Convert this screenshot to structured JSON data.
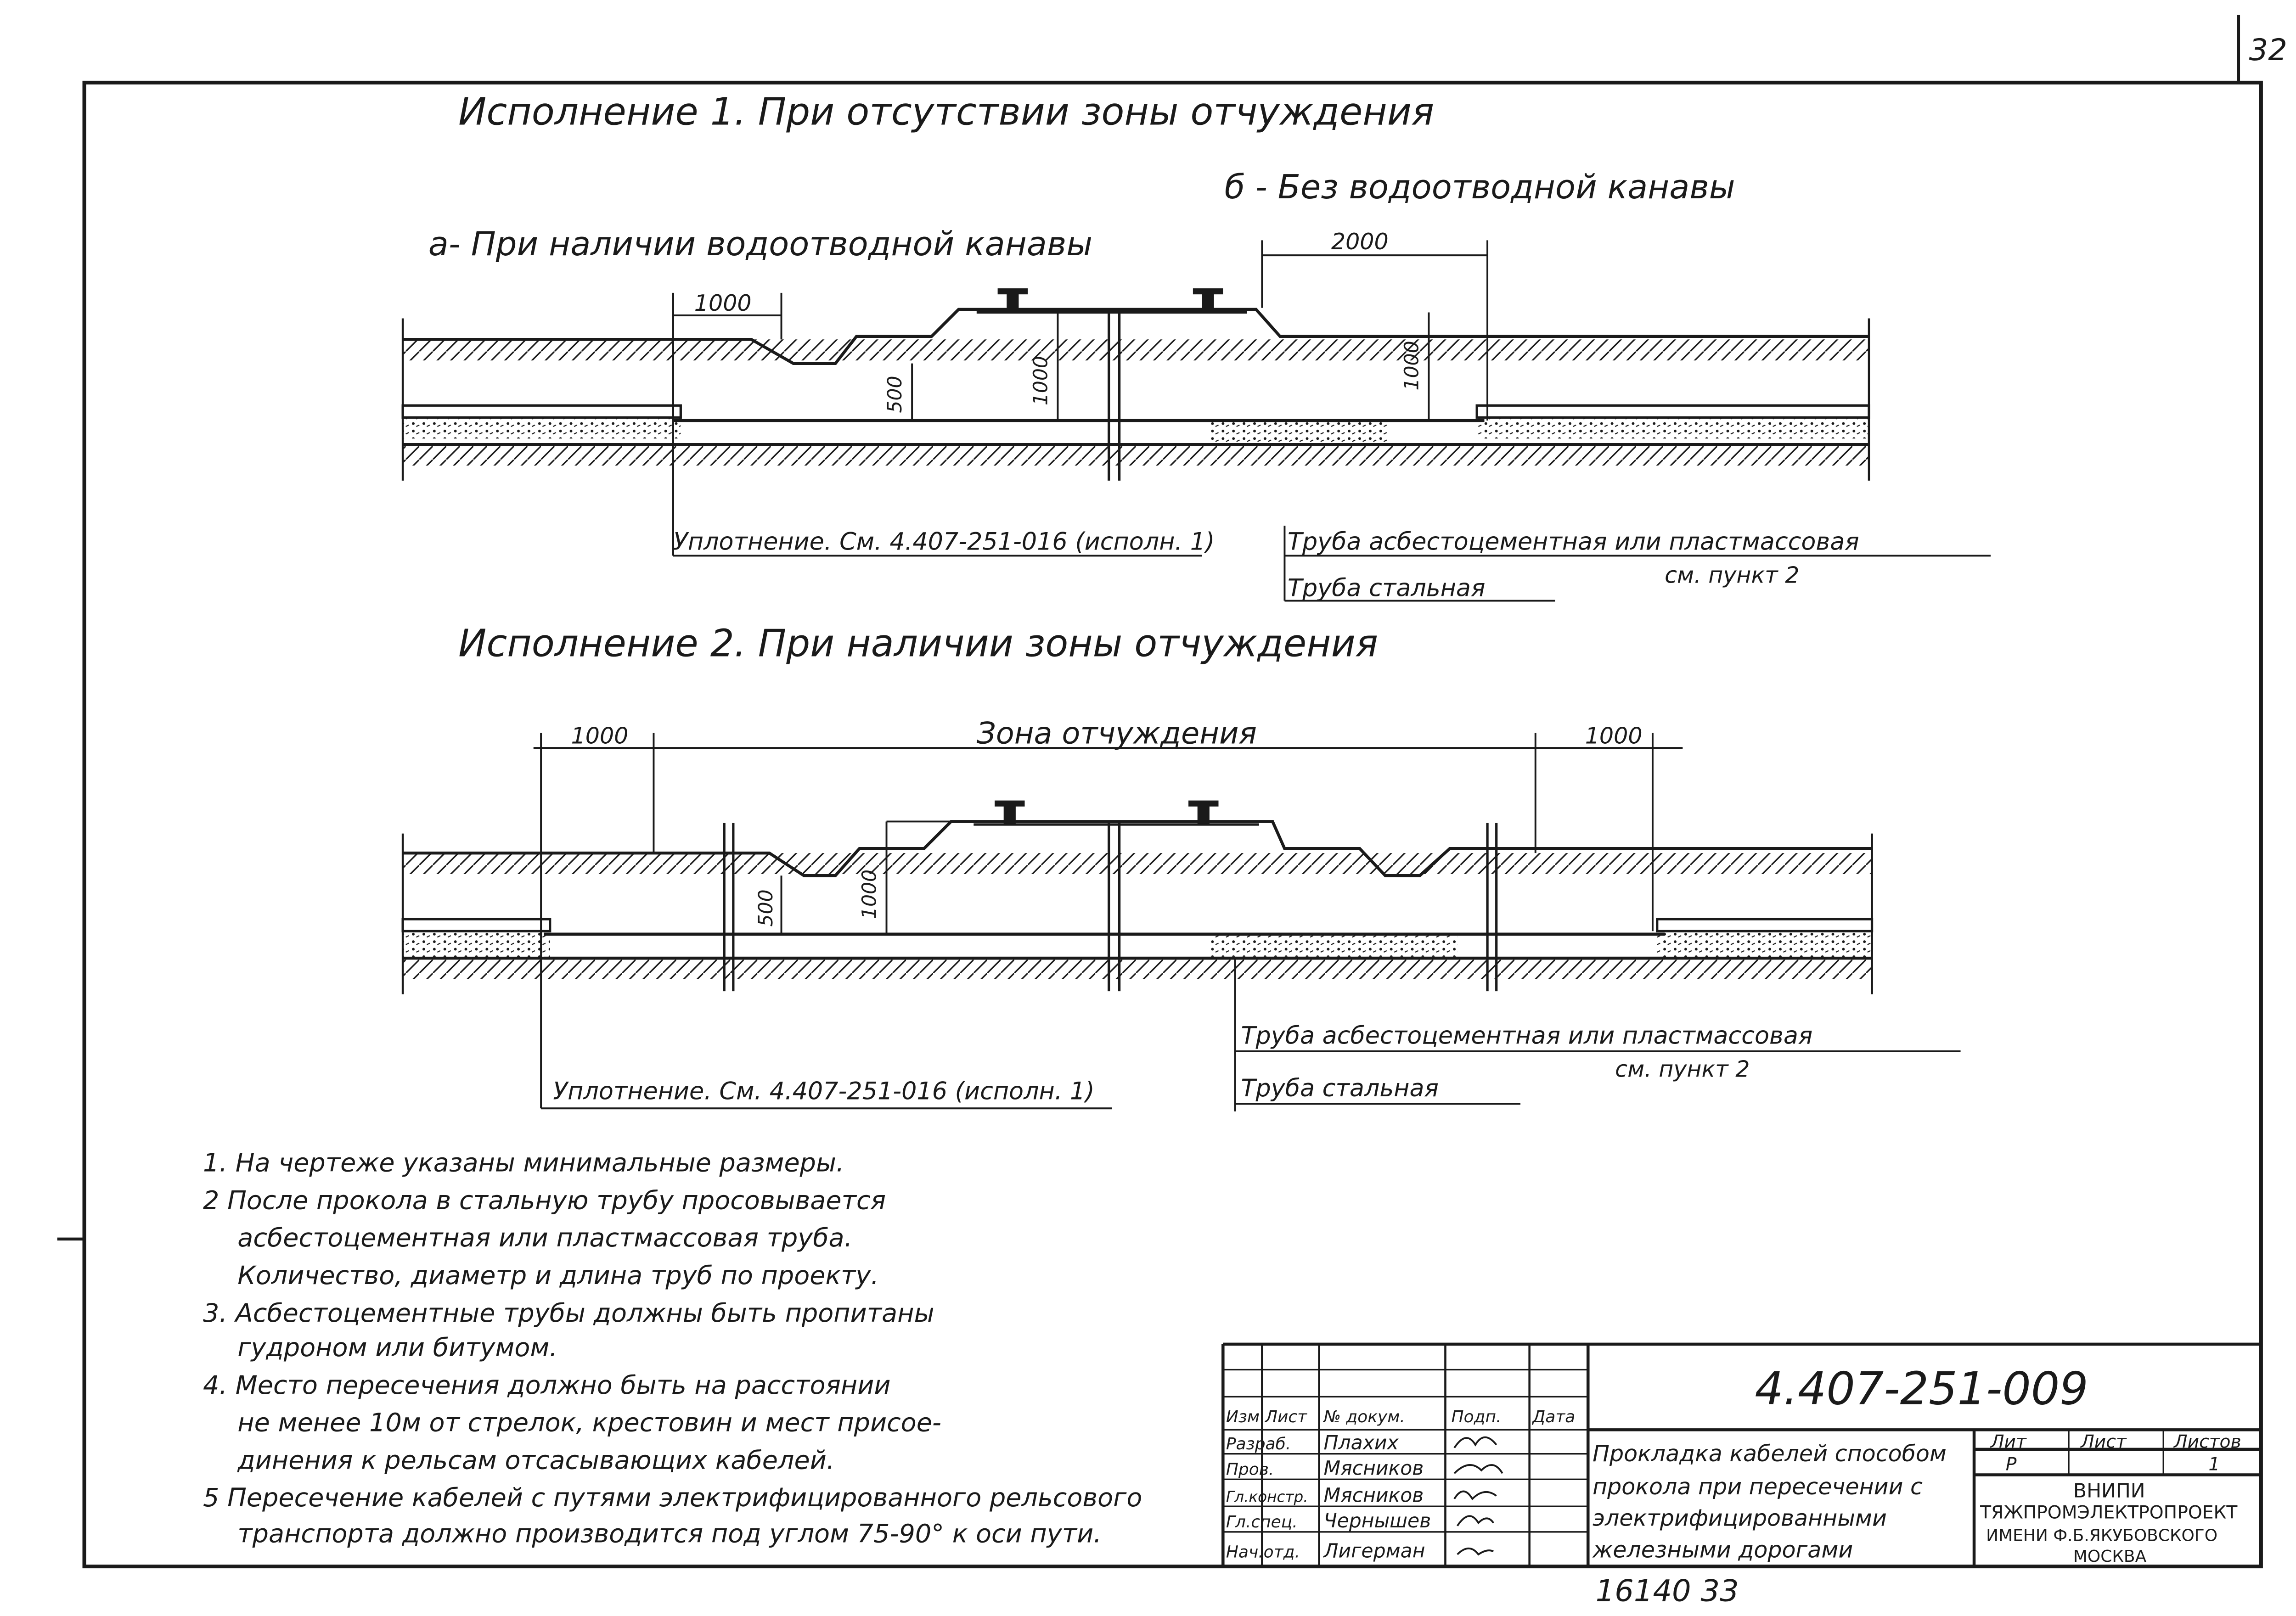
{
  "sheet_number": "32",
  "section1": {
    "title": "Исполнение 1. При отсутствии зоны отчуждения",
    "variant_a": "а- При наличии водоотводной канавы",
    "variant_b": "б - Без водоотводной канавы",
    "dims": {
      "d1000_top": "1000",
      "d2000": "2000",
      "d500": "500",
      "d1000_a": "1000",
      "d1000_b": "1000"
    },
    "label_compaction": "Уплотнение. См. 4.407-251-016 (исполн. 1)",
    "label_pipe_asb": "Труба асбестоцементная или пластмассовая",
    "label_see_item": "см. пункт 2",
    "label_pipe_steel": "Труба стальная"
  },
  "section2": {
    "title": "Исполнение 2. При наличии зоны отчуждения",
    "zone_label": "Зона отчуждения",
    "dims": {
      "d1000_left": "1000",
      "d1000_right": "1000",
      "d500": "500",
      "d1000": "1000"
    },
    "label_compaction": "Уплотнение. См. 4.407-251-016 (исполн. 1)",
    "label_pipe_asb": "Труба асбестоцементная или пластмассовая",
    "label_see_item": "см. пункт 2",
    "label_pipe_steel": "Труба стальная"
  },
  "notes": [
    "1. На чертеже указаны минимальные размеры.",
    "2 После прокола в стальную трубу просовывается",
    "асбестоцементная или пластмассовая труба.",
    "Количество, диаметр и длина труб по проекту.",
    "3. Асбестоцементные трубы должны быть пропитаны",
    "гудроном или битумом.",
    "4. Место пересечения должно быть на расстоянии",
    "не менее 10м от стрелок, крестовин и мест присое-",
    "динения к рельсам отсасывающих кабелей.",
    "5 Пересечение кабелей с путями электрифицированного рельсового",
    "транспорта должно производится под углом 75-90° к оси пути."
  ],
  "title_block": {
    "doc_code": "4.407-251-009",
    "headers": [
      "Изм",
      "Лист",
      "№ докум.",
      "Подп.",
      "Дата"
    ],
    "roles": [
      "Разраб.",
      "Пров.",
      "Гл.констр.",
      "Гл.спец.",
      "Нач.отд."
    ],
    "names": [
      "Плахих",
      "Мясников",
      "Мясников",
      "Чернышев",
      "Лигерман"
    ],
    "doc_title": [
      "Прокладка кабелей способом",
      "прокола при пересечении с",
      "электрифицированными",
      "железными дорогами"
    ],
    "lit_label": "Лит",
    "sheet_label": "Лист",
    "sheets_label": "Листов",
    "lit_value": "Р",
    "sheets_value": "1",
    "org": [
      "ВНИПИ",
      "ТЯЖПРОМЭЛЕКТРОПРОЕКТ",
      "ИМЕНИ Ф.Б.ЯКУБОВСКОГО",
      "МОСКВА"
    ]
  },
  "footer_number": "16140 33"
}
